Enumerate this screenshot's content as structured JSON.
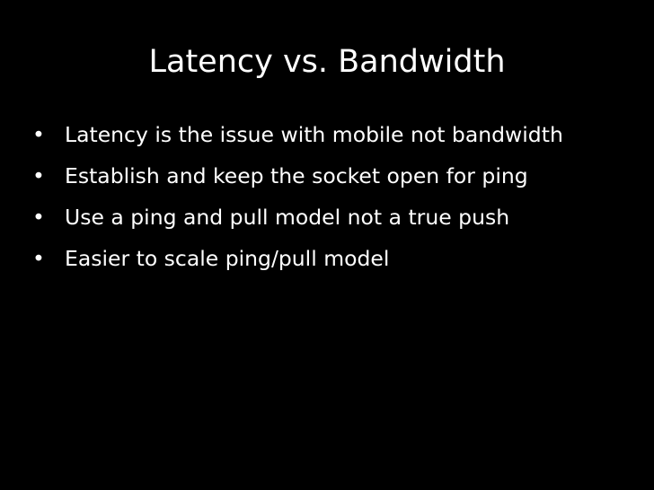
{
  "slide": {
    "title": "Latency vs. Bandwidth",
    "bullet_glyph": "•",
    "bullets": [
      "Latency is the issue with mobile not bandwidth",
      "Establish and keep the socket open for ping",
      "Use a ping and pull model not a true push",
      "Easier to scale ping/pull model"
    ]
  },
  "colors": {
    "background": "#000000",
    "text": "#ffffff"
  }
}
